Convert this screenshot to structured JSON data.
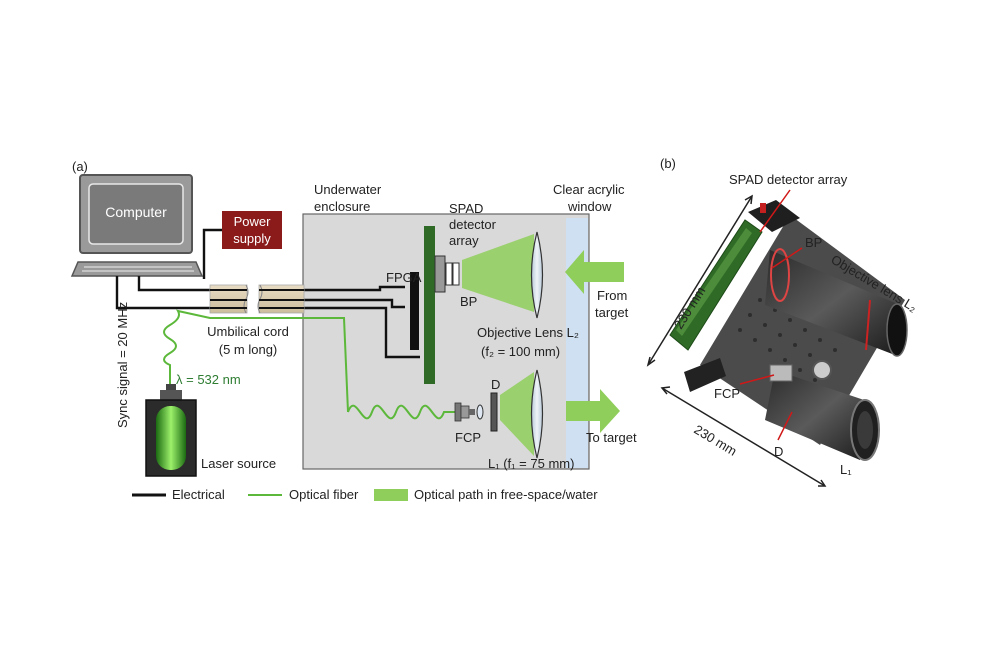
{
  "panel_a": {
    "label": "(a)",
    "computer": "Computer",
    "power_supply": [
      "Power",
      "supply"
    ],
    "sync_signal": "Sync signal = 20 MHz",
    "umbilical": [
      "Umbilical cord",
      "(5 m long)"
    ],
    "wavelength": "λ = 532 nm",
    "laser_source": "Laser source",
    "enclosure": [
      "Underwater",
      "enclosure"
    ],
    "spad": [
      "SPAD",
      "detector",
      "array"
    ],
    "window": [
      "Clear acrylic",
      "window"
    ],
    "fpga": "FPGA",
    "bp": "BP",
    "from_target": [
      "From",
      "target"
    ],
    "objective_lens": "Objective Lens L₂",
    "objective_focal": "(f₂ = 100 mm)",
    "d": "D",
    "fcp": "FCP",
    "to_target": "To target",
    "l1": "L₁ (f₁ = 75 mm)",
    "legend": {
      "electrical": "Electrical",
      "optical_fiber": "Optical fiber",
      "optical_path": "Optical path in free-space/water"
    }
  },
  "panel_b": {
    "label": "(b)",
    "spad": "SPAD detector array",
    "bp": "BP",
    "objective": "Objective lens L₂",
    "fcp": "FCP",
    "dim_side": "230 mm",
    "dim_bottom": "230 mm",
    "d": "D",
    "l1": "L₁"
  },
  "colors": {
    "green_beam": "#8fce5a",
    "fiber": "#5cb83a",
    "board": "#2f6b26",
    "power": "#8b1a1a",
    "enclosure": "#d9d9d9",
    "window": "#cfe0f3"
  }
}
